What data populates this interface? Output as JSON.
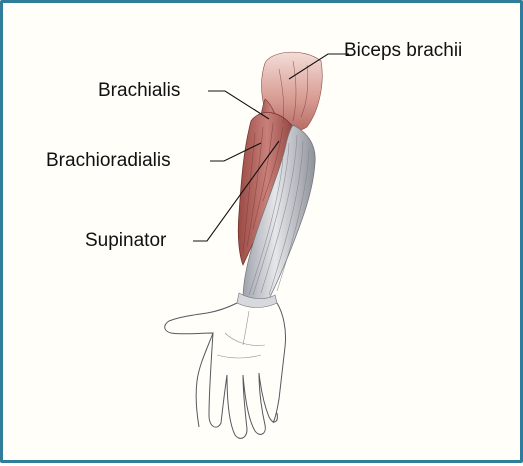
{
  "labels": {
    "biceps": "Biceps brachii",
    "brachialis": "Brachialis",
    "brachioradialis": "Brachioradialis",
    "supinator": "Supinator"
  },
  "colors": {
    "border": "#2f7d9a",
    "muscle": "#b5675f",
    "tendon": "#c9cbd0"
  }
}
